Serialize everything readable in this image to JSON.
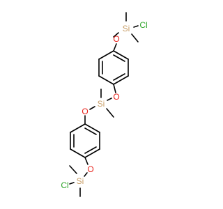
{
  "atom_colors": {
    "O": "#e8211a",
    "Si": "#c9a06a",
    "Cl": "#2fa52b",
    "bond": "#000000",
    "background": "#ffffff"
  },
  "atoms": {
    "cl_top": "Cl",
    "si_top": "Si",
    "o_top": "O",
    "o_mid_upper": "O",
    "si_mid": "Si",
    "o_mid_lower": "O",
    "o_bottom": "O",
    "si_bottom": "Si",
    "cl_bottom": "Cl"
  }
}
